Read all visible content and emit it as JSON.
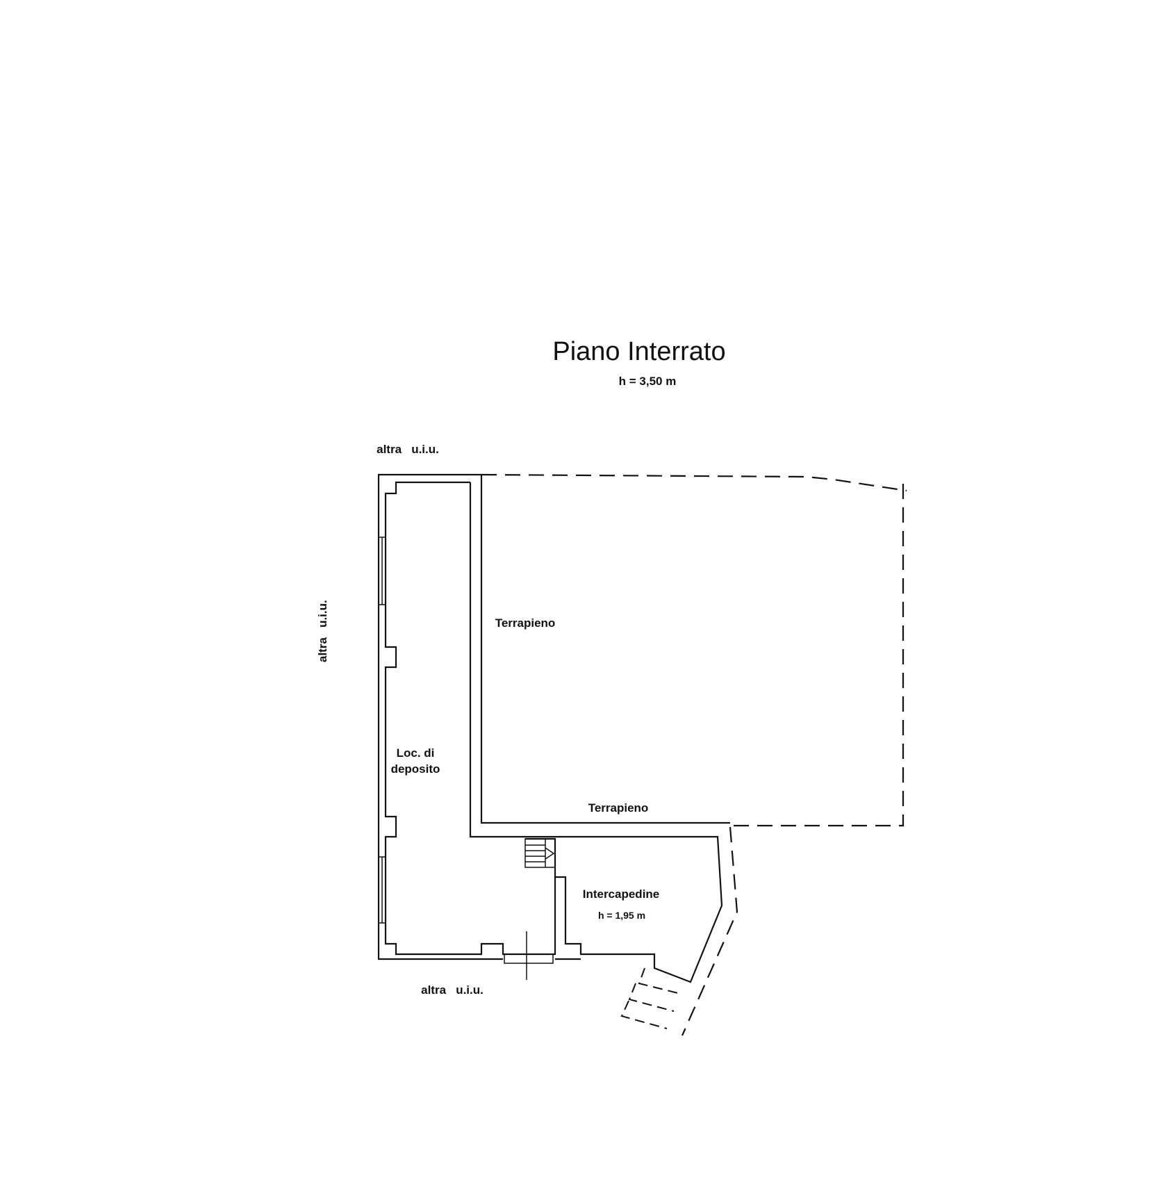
{
  "title": "Piano Interrato",
  "height_note": "h = 3,50 m",
  "labels": {
    "neighbor_top": "altra   u.i.u.",
    "neighbor_left": "altra   u.i.u.",
    "neighbor_bottom": "altra   u.i.u.",
    "terrapieno_upper": "Terrapieno",
    "terrapieno_lower": "Terrapieno",
    "storage_line1": "Loc. di",
    "storage_line2": "deposito",
    "cavity": "Intercapedine",
    "cavity_height": "h = 1,95 m"
  }
}
